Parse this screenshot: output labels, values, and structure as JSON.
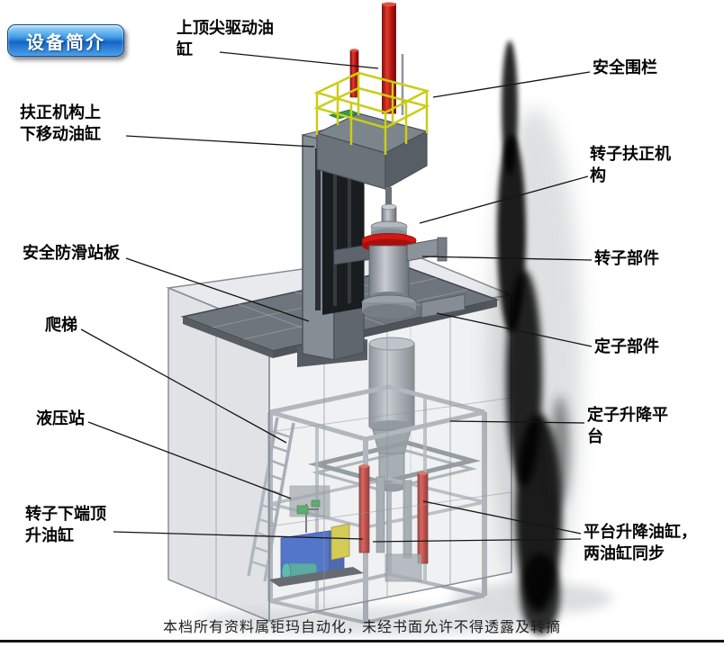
{
  "badge": {
    "label": "设备简介"
  },
  "labels": {
    "top_drive_cylinder": "上顶尖驱动油缸",
    "safety_fence": "安全围栏",
    "centering_lift_cylinder": "扶正机构上下移动油缸",
    "rotor_centering_mechanism": "转子扶正机构",
    "anti_slip_platform": "安全防滑站板",
    "rotor_component": "转子部件",
    "ladder": "爬梯",
    "stator_component": "定子部件",
    "hydraulic_station": "液压站",
    "stator_lift_platform": "定子升降平台",
    "rotor_bottom_jack_cylinder": "转子下端顶升油缸",
    "platform_lift_cylinders": "平台升降油缸，两油缸同步"
  },
  "footer": {
    "text": "本档所有资料属钜玛自动化，未经书面允许不得透露及转摘"
  },
  "illustration": {
    "type": "isometric-cad-render",
    "accent_red": "#c41411",
    "safety_yellow": "#c9ce17",
    "hydraulic_blue": "#2050c8",
    "motor_teal": "#2a9d8f",
    "frame_gray": "#9aa0a6"
  }
}
